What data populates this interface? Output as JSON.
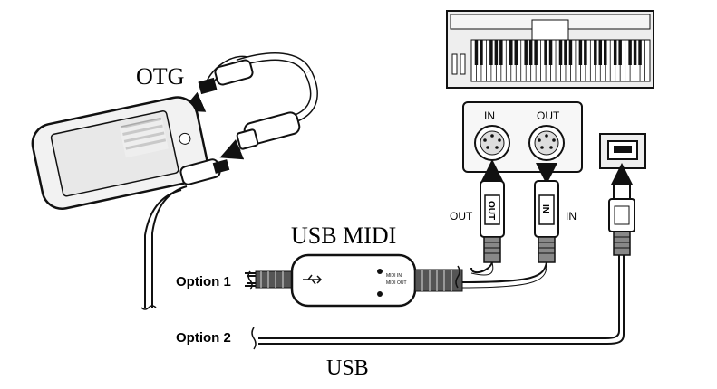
{
  "labels": {
    "otg": "OTG",
    "usb_midi": "USB MIDI",
    "usb": "USB",
    "option1": "Option 1",
    "option2": "Option 2",
    "port_in": "IN",
    "port_out": "OUT",
    "plug_out": "OUT",
    "plug_in": "IN",
    "plug_out_body": "OUT",
    "plug_in_body": "IN",
    "box_line1": "MIDI IN",
    "box_line2": "MIDI OUT"
  },
  "icons": [
    "smartphone",
    "usb-otg-cable",
    "usb-midi-interface",
    "midi-keyboard",
    "midi-din-plug",
    "usb-b-port",
    "usb-plug",
    "arrow"
  ]
}
